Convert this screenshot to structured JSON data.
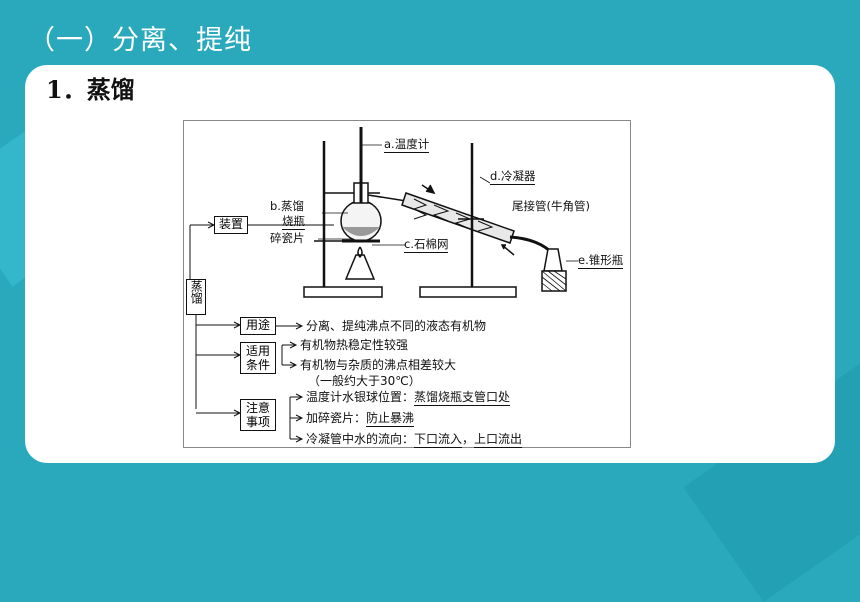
{
  "header": {
    "title": "（一）分离、提纯"
  },
  "section": {
    "title": "1．蒸馏"
  },
  "figure": {
    "labels": {
      "thermometer": "a.温度计",
      "condenser": "d.冷凝器",
      "adapter": "尾接管(牛角管)",
      "flask_line1": "b.蒸馏",
      "flask_line2": "烧瓶",
      "chips": "碎瓷片",
      "gauze": "c.石棉网",
      "conical": "e.锥形瓶"
    },
    "map": {
      "root": "蒸馏",
      "apparatus": "装置",
      "use": {
        "label": "用途",
        "text": "分离、提纯沸点不同的液态有机物"
      },
      "conditions": {
        "label_line1": "适用",
        "label_line2": "条件",
        "item1": "有机物热稳定性较强",
        "item2": "有机物与杂质的沸点相差较大",
        "item2_note": "（一般约大于30℃）"
      },
      "notes": {
        "label_line1": "注意",
        "label_line2": "事项",
        "item1_prefix": "温度计水银球位置：",
        "item1_value": "蒸馏烧瓶支管口处",
        "item2_prefix": "加碎瓷片：",
        "item2_value": "防止暴沸",
        "item3_prefix": "冷凝管中水的流向：",
        "item3_value1": "下口流入",
        "item3_sep": "，",
        "item3_value2": "上口流出"
      }
    }
  },
  "colors": {
    "background": "#2aa9bd",
    "card": "#ffffff",
    "header_text": "#ffffff"
  }
}
